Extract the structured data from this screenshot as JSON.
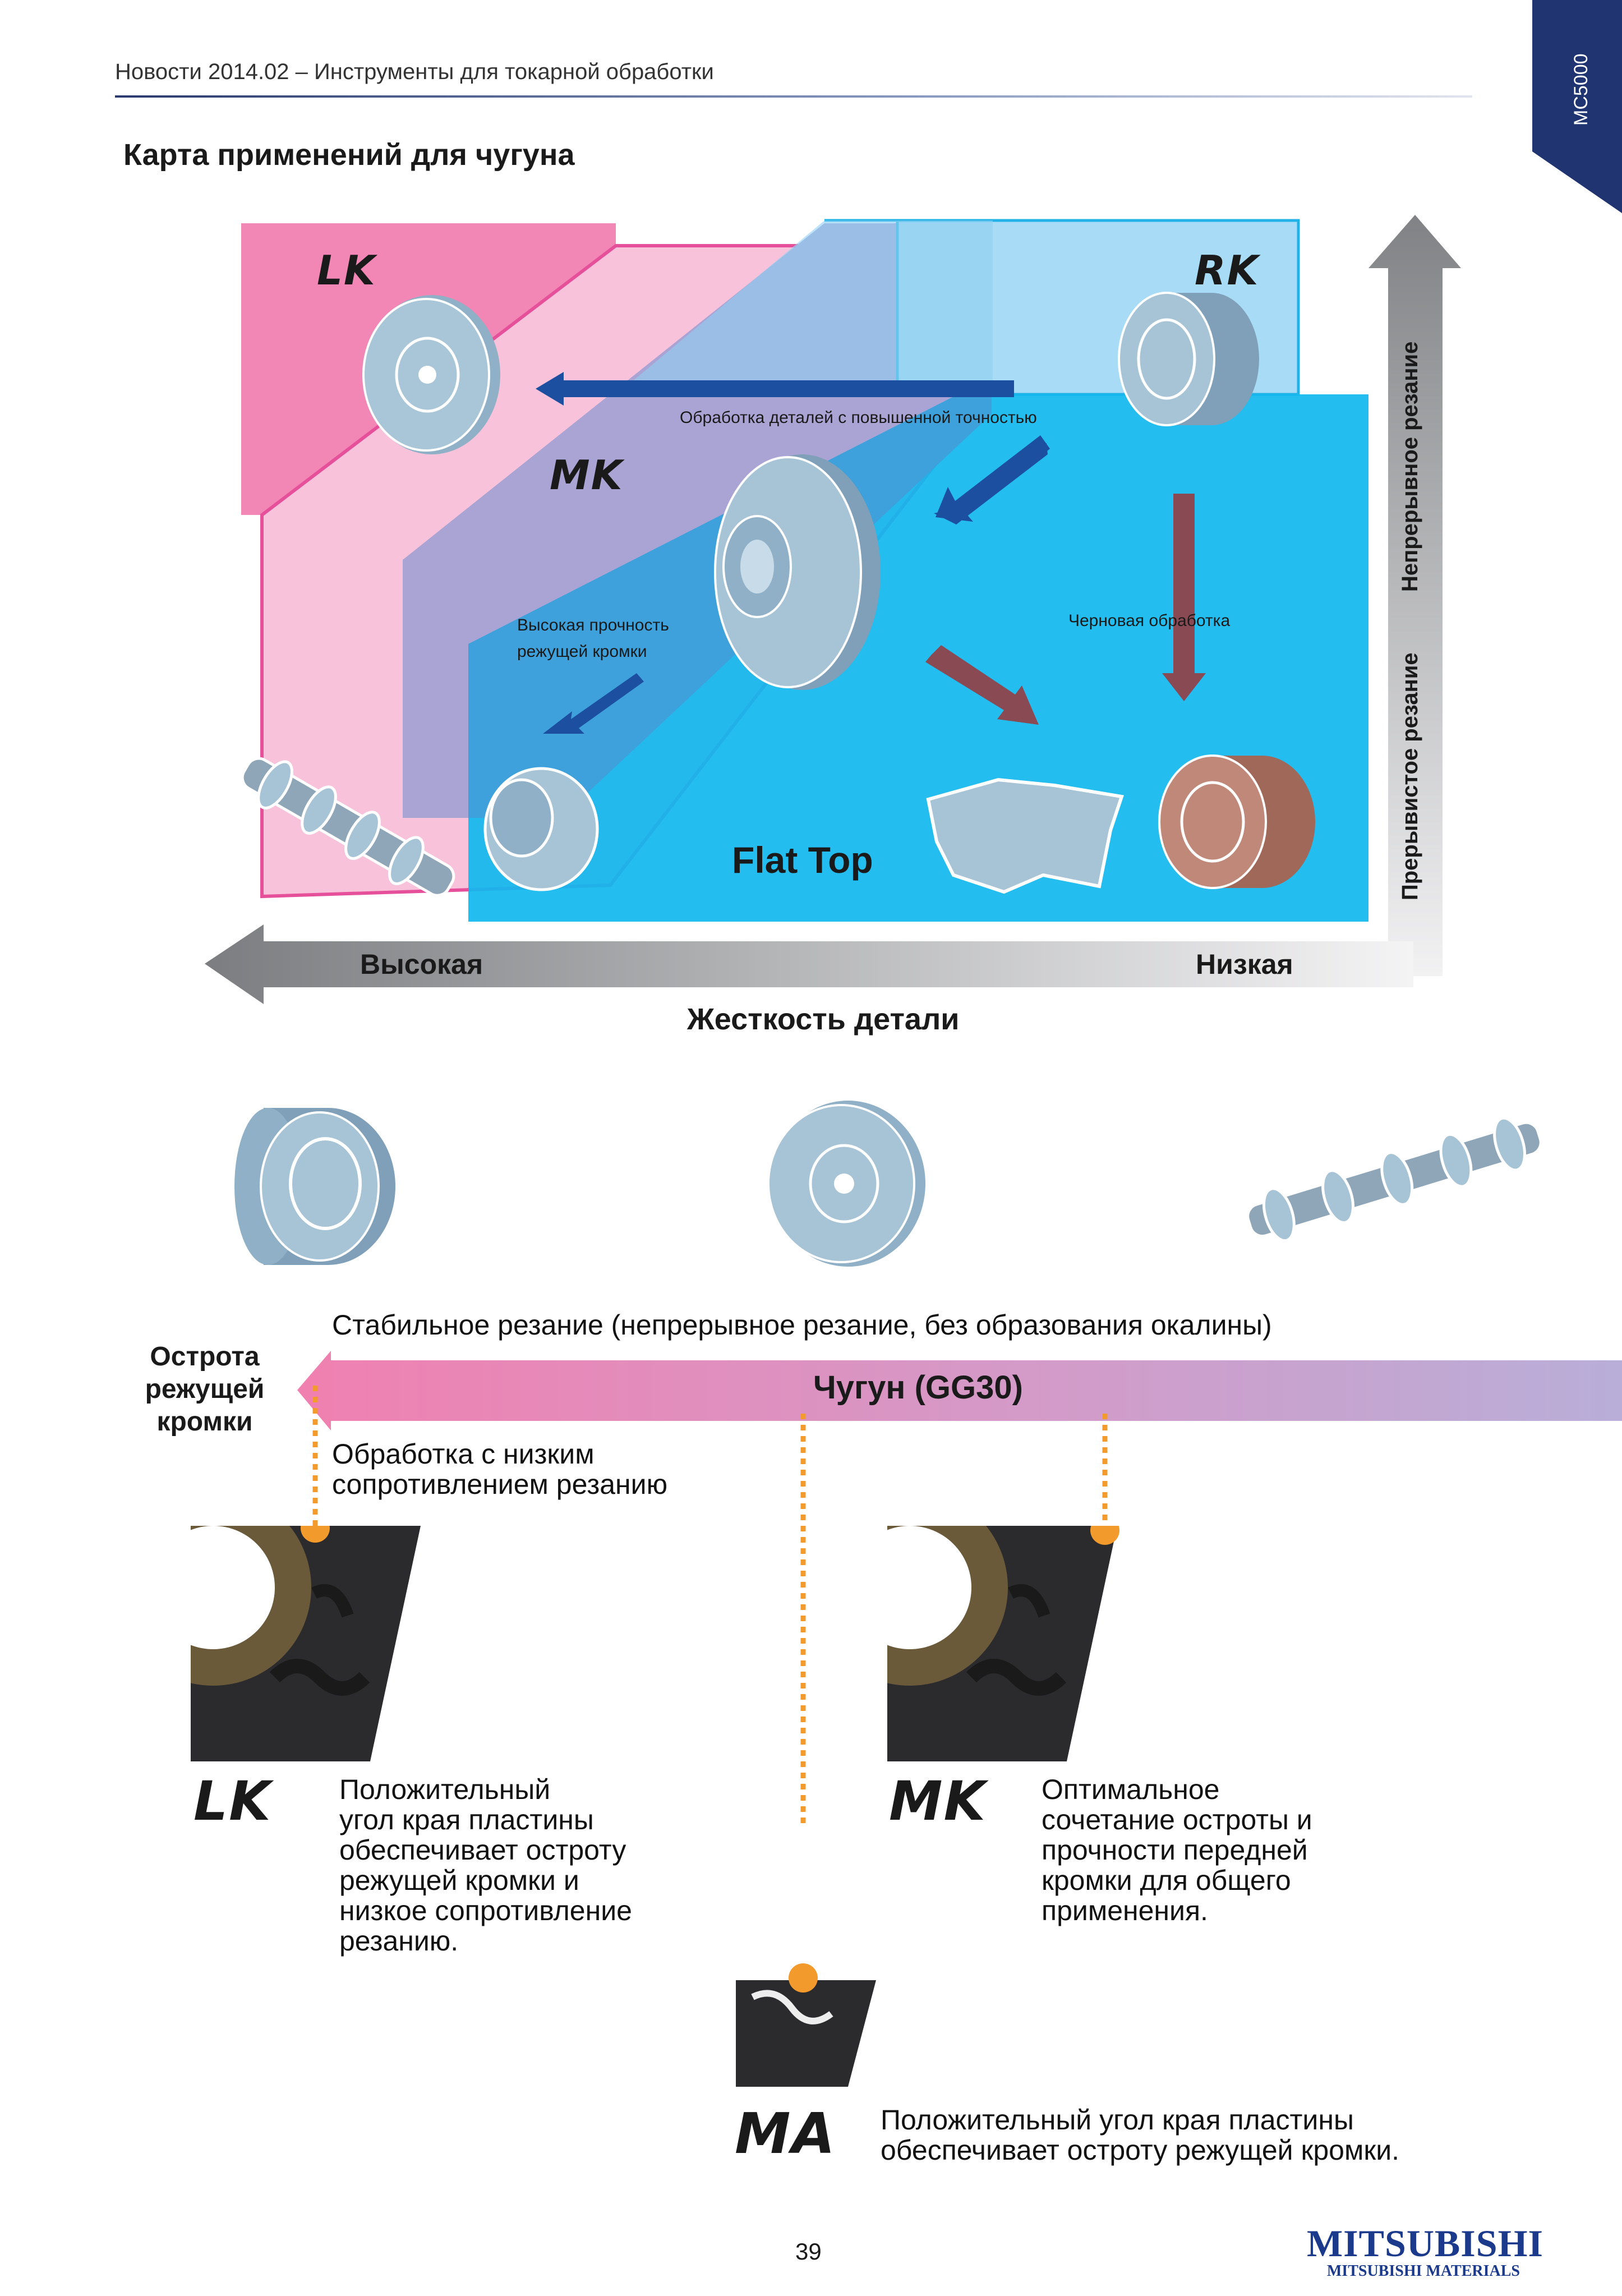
{
  "header": {
    "breadcrumb": "Новости 2014.02 – Инструменты для токарной обработки",
    "corner_tag": "MC5000"
  },
  "title": "Карта применений для чугуна",
  "map": {
    "grades": [
      "LK",
      "RK",
      "MK"
    ],
    "flat_top": "Flat Top",
    "label_precision": "Обработка деталей с повышенной точностью",
    "label_strength_1": "Высокая прочность",
    "label_strength_2": "режущей кромки",
    "label_roughing": "Черновая обработка",
    "axis_high": "Высокая",
    "axis_low": "Низкая",
    "axis_title": "Жесткость детали",
    "v_continuous": "Непрерывное резание",
    "v_interrupted": "Прерывистое резание"
  },
  "colors": {
    "lk_pink": "#f286b4",
    "mk_purple": "#aaa4d4",
    "rk_blue": "#a8dcf6",
    "flat_blue": "#12b8ee",
    "navy_arrow": "#1c4fa0",
    "brown_arrow": "#8a4a54",
    "orange_dot": "#f39a2c",
    "logo_blue": "#1b3a8c"
  },
  "cast_iron": {
    "stable_cutting": "Стабильное резание (непрерывное резание, без образования окалины)",
    "sharpness_1": "Острота",
    "sharpness_2": "режущей",
    "sharpness_3": "кромки",
    "bar_label": "Чугун (GG30)",
    "low_resist_1": "Обработка с низким",
    "low_resist_2": "сопротивлением резанию"
  },
  "inserts": {
    "lk": {
      "name": "LK",
      "lines": [
        "Положительный",
        "угол края пластины",
        "обеспечивает остроту",
        "режущей кромки и",
        "низкое сопротивление",
        "резанию."
      ]
    },
    "mk": {
      "name": "MK",
      "lines": [
        "Оптимальное",
        "сочетание остроты и",
        "прочности передней",
        "кромки для общего",
        "применения."
      ]
    },
    "ma": {
      "name": "MA",
      "lines": [
        "Положительный угол края пластины",
        "обеспечивает остроту режущей кромки."
      ]
    }
  },
  "footer": {
    "page_number": "39",
    "logo_main": "MITSUBISHI",
    "logo_sub": "MITSUBISHI MATERIALS"
  }
}
